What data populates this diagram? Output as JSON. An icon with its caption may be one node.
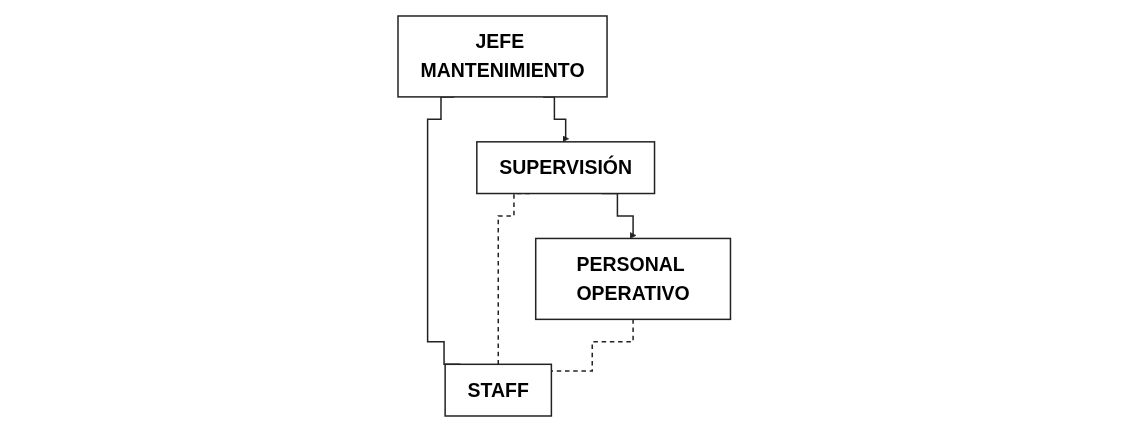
{
  "diagram": {
    "nodes": [
      {
        "text": [
          "JEFE MANTENIMIENTO"
        ]
      },
      {
        "text": [
          "SUPERVISIÓN"
        ]
      },
      {
        "text": [
          "STAFF"
        ]
      },
      {
        "text": [
          "PERSONAL OPERATIVO"
        ]
      }
    ],
    "edges": [
      {
        "from": 0,
        "to": 1,
        "arrow": "to"
      },
      {
        "from": 0,
        "to": 2,
        "arrow": "none"
      },
      {
        "from": 1,
        "to": 2,
        "arrow": "none",
        "style": "dashed"
      },
      {
        "from": 1,
        "to": 3,
        "arrow": "to"
      },
      {
        "from": 3,
        "to": 2,
        "arrow": "none",
        "style": "dashed"
      }
    ]
  }
}
